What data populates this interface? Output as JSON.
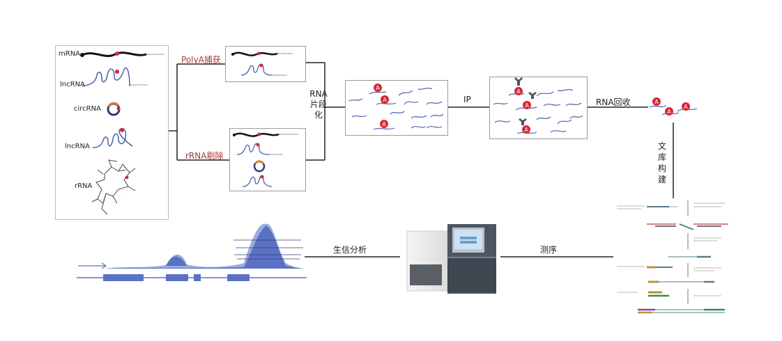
{
  "left_panel": {
    "items": [
      "mRNA",
      "lncRNA",
      "circRNA",
      "lncRNA",
      "rRNA"
    ]
  },
  "branches": {
    "upper": "PolyA捕获",
    "lower": "rRNA剔除"
  },
  "steps": {
    "fragment": "RNA片段化",
    "ip": "IP",
    "recovery": "RNA回收",
    "library": "文库构建",
    "sequencing": "测序",
    "bioinfo": "生信分析"
  },
  "marker_letter": "A",
  "colors": {
    "rna_strand": "#4a63a8",
    "methyl_dot": "#d6283a",
    "coverage_fill": "#5b72c4",
    "branch_label": "#a23a3a",
    "line": "#222222"
  }
}
